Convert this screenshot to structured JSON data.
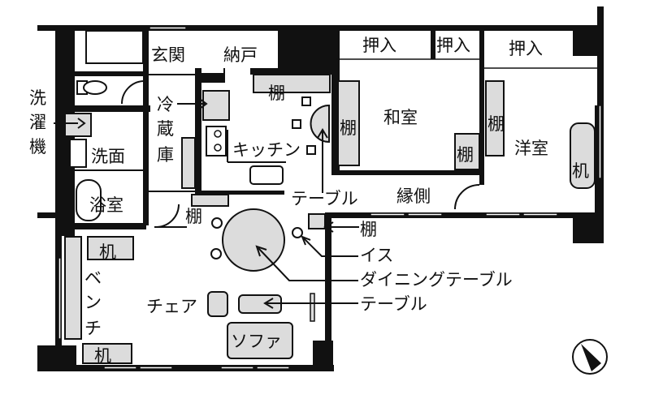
{
  "diagram": {
    "type": "floor-plan",
    "rooms": {
      "genkan": "玄関",
      "nando": "納戸",
      "washitsu": "和室",
      "youshitsu": "洋室",
      "kitchen": "キッチン",
      "senmen": "洗面",
      "yokushitsu": "浴室",
      "engawa": "縁側"
    },
    "closets": {
      "oshiire_1": "押入",
      "oshiire_2": "押入",
      "oshiire_3": "押入"
    },
    "furniture": {
      "tana_kitchen": "棚",
      "tana_washitsu_left": "棚",
      "tana_washitsu_right": "棚",
      "tana_youshitsu": "棚",
      "tana_living": "棚",
      "tsukue_youshitsu": "机",
      "tsukue_top": "机",
      "tsukue_bottom": "机",
      "sofa": "ソファ",
      "chair": "チェア"
    },
    "vertical_labels": {
      "sentakuki": [
        "洗",
        "濯",
        "機"
      ],
      "reizouko": [
        "冷",
        "蔵",
        "庫"
      ],
      "bench": [
        "ベ",
        "ン",
        "チ"
      ]
    },
    "callouts": {
      "table_kitchen": "テーブル",
      "tana": "棚",
      "isu": "イス",
      "dining_table": "ダイニングテーブル",
      "table_living": "テーブル"
    },
    "compass": "north-arrow"
  }
}
